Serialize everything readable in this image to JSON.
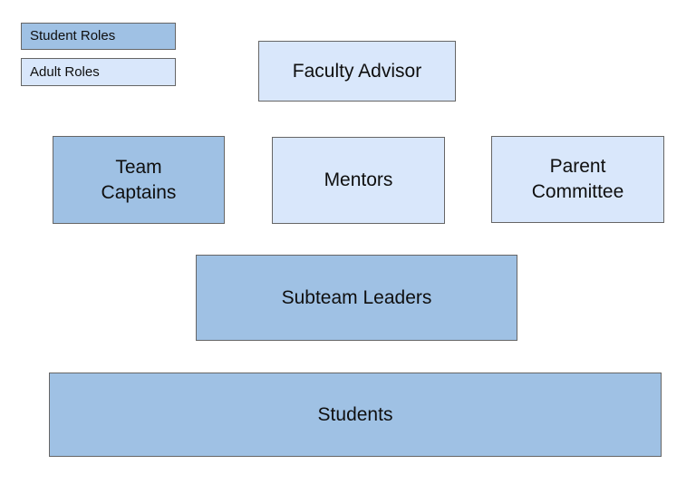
{
  "colors": {
    "background": "#ffffff",
    "student_fill": "#9fc1e4",
    "adult_fill": "#d9e7fb",
    "border": "#666666",
    "text": "#0f0f0f"
  },
  "legend": {
    "student_label": "Student Roles",
    "adult_label": "Adult Roles"
  },
  "nodes": {
    "faculty_advisor": "Faculty Advisor",
    "team_captains": "Team\nCaptains",
    "mentors": "Mentors",
    "parent_committee": "Parent\nCommittee",
    "subteam_leaders": "Subteam Leaders",
    "students": "Students"
  }
}
